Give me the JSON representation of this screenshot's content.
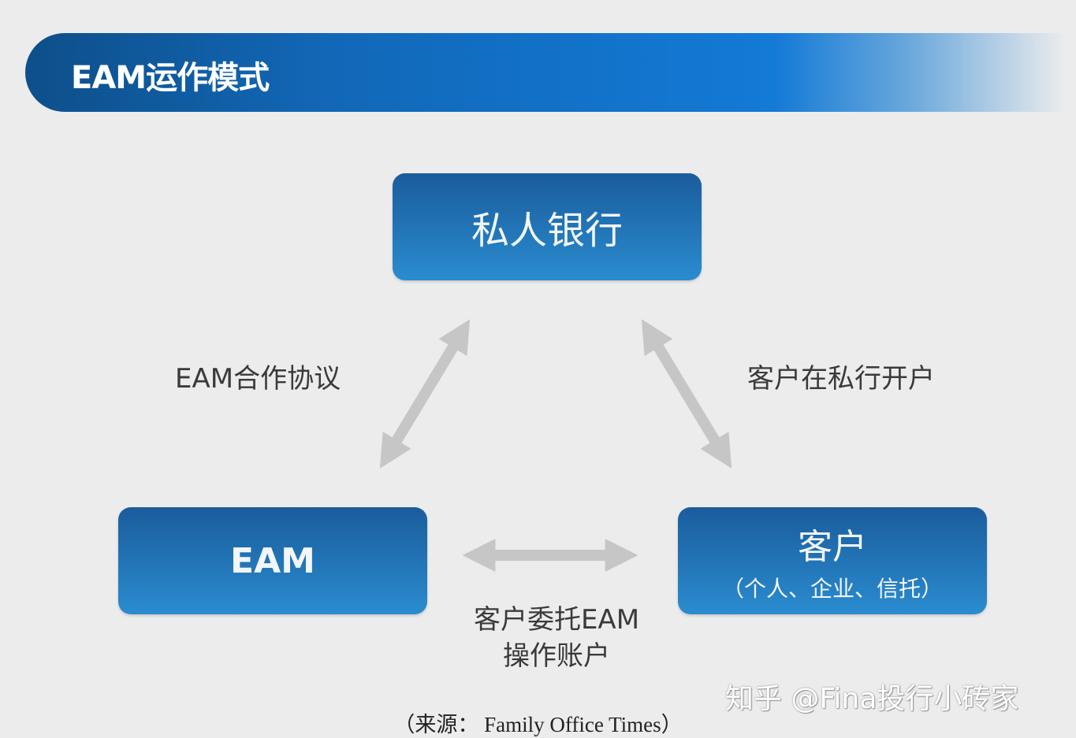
{
  "title": "EAM运作模式",
  "nodes": {
    "private_bank": "私人银行",
    "eam": "EAM",
    "client": "客户",
    "client_sub": "（个人、企业、信托）"
  },
  "edges": {
    "eam_bank": "EAM合作协议",
    "client_bank": "客户在私行开户",
    "client_eam_line1": "客户委托EAM",
    "client_eam_line2": "操作账户"
  },
  "watermark": "知乎 @Fina投行小砖家",
  "source": "（来源： Family Office Times）",
  "colors": {
    "box": "#1f74b8",
    "arrow": "#c6c6c6",
    "banner": "#1268b8"
  }
}
